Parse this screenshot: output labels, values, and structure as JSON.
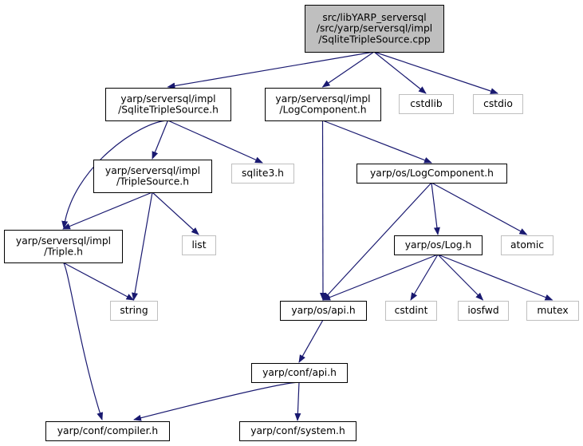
{
  "colors": {
    "edge": "#191970",
    "root_fill": "#bfbfbf",
    "root_border": "#000000",
    "internal_border": "#000000",
    "external_border": "#bfbfbf",
    "node_fill": "#ffffff"
  },
  "nodes": [
    {
      "id": "root",
      "kind": "root",
      "lines": [
        "src/libYARP_serversql",
        "/src/yarp/serversql/impl",
        "/SqliteTripleSource.cpp"
      ]
    },
    {
      "id": "sqlitetriplesource_h",
      "kind": "internal",
      "lines": [
        "yarp/serversql/impl",
        "/SqliteTripleSource.h"
      ]
    },
    {
      "id": "logcomponent_impl_h",
      "kind": "internal",
      "lines": [
        "yarp/serversql/impl",
        "/LogComponent.h"
      ]
    },
    {
      "id": "cstdlib",
      "kind": "external",
      "lines": [
        "cstdlib"
      ]
    },
    {
      "id": "cstdio",
      "kind": "external",
      "lines": [
        "cstdio"
      ]
    },
    {
      "id": "triplesource_h",
      "kind": "internal",
      "lines": [
        "yarp/serversql/impl",
        "/TripleSource.h"
      ]
    },
    {
      "id": "sqlite3_h",
      "kind": "external",
      "lines": [
        "sqlite3.h"
      ]
    },
    {
      "id": "os_logcomponent_h",
      "kind": "internal",
      "lines": [
        "yarp/os/LogComponent.h"
      ]
    },
    {
      "id": "triple_h",
      "kind": "internal",
      "lines": [
        "yarp/serversql/impl",
        "/Triple.h"
      ]
    },
    {
      "id": "list",
      "kind": "external",
      "lines": [
        "list"
      ]
    },
    {
      "id": "os_log_h",
      "kind": "internal",
      "lines": [
        "yarp/os/Log.h"
      ]
    },
    {
      "id": "atomic",
      "kind": "external",
      "lines": [
        "atomic"
      ]
    },
    {
      "id": "string",
      "kind": "external",
      "lines": [
        "string"
      ]
    },
    {
      "id": "os_api_h",
      "kind": "internal",
      "lines": [
        "yarp/os/api.h"
      ]
    },
    {
      "id": "cstdint",
      "kind": "external",
      "lines": [
        "cstdint"
      ]
    },
    {
      "id": "iosfwd",
      "kind": "external",
      "lines": [
        "iosfwd"
      ]
    },
    {
      "id": "mutex",
      "kind": "external",
      "lines": [
        "mutex"
      ]
    },
    {
      "id": "conf_api_h",
      "kind": "internal",
      "lines": [
        "yarp/conf/api.h"
      ]
    },
    {
      "id": "conf_compiler_h",
      "kind": "internal",
      "lines": [
        "yarp/conf/compiler.h"
      ]
    },
    {
      "id": "conf_system_h",
      "kind": "internal",
      "lines": [
        "yarp/conf/system.h"
      ]
    }
  ],
  "edges": [
    {
      "from": "root",
      "to": "sqlitetriplesource_h"
    },
    {
      "from": "root",
      "to": "logcomponent_impl_h"
    },
    {
      "from": "root",
      "to": "cstdlib"
    },
    {
      "from": "root",
      "to": "cstdio"
    },
    {
      "from": "sqlitetriplesource_h",
      "to": "triplesource_h"
    },
    {
      "from": "sqlitetriplesource_h",
      "to": "sqlite3_h"
    },
    {
      "from": "sqlitetriplesource_h",
      "to": "triple_h"
    },
    {
      "from": "triplesource_h",
      "to": "triple_h"
    },
    {
      "from": "triplesource_h",
      "to": "list"
    },
    {
      "from": "triplesource_h",
      "to": "string"
    },
    {
      "from": "triple_h",
      "to": "string"
    },
    {
      "from": "triple_h",
      "to": "conf_compiler_h"
    },
    {
      "from": "logcomponent_impl_h",
      "to": "os_logcomponent_h"
    },
    {
      "from": "logcomponent_impl_h",
      "to": "os_api_h"
    },
    {
      "from": "os_logcomponent_h",
      "to": "os_api_h"
    },
    {
      "from": "os_logcomponent_h",
      "to": "os_log_h"
    },
    {
      "from": "os_logcomponent_h",
      "to": "atomic"
    },
    {
      "from": "os_log_h",
      "to": "os_api_h"
    },
    {
      "from": "os_log_h",
      "to": "cstdint"
    },
    {
      "from": "os_log_h",
      "to": "iosfwd"
    },
    {
      "from": "os_log_h",
      "to": "mutex"
    },
    {
      "from": "os_api_h",
      "to": "conf_api_h"
    },
    {
      "from": "conf_api_h",
      "to": "conf_compiler_h"
    },
    {
      "from": "conf_api_h",
      "to": "conf_system_h"
    }
  ]
}
